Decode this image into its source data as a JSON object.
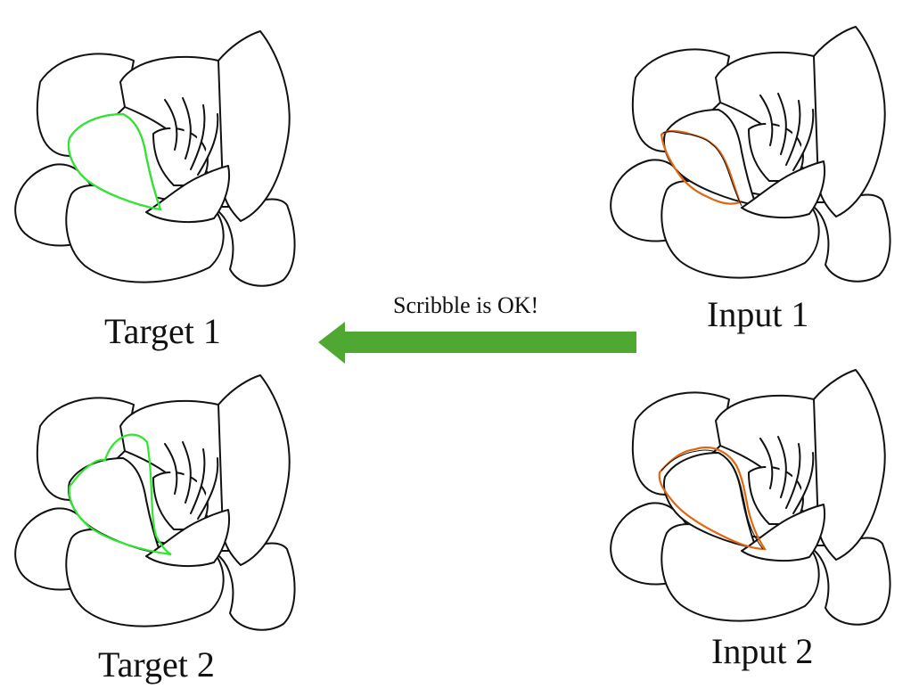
{
  "labels": {
    "target1": "Target 1",
    "target2": "Target 2",
    "input1": "Input 1",
    "input2": "Input 2",
    "arrow": "Scribble is OK!"
  },
  "colors": {
    "outline": "#111111",
    "target_highlight": "#2ee82e",
    "input_scribble": "#e0660f",
    "arrow": "#4fa832",
    "background": "#ffffff"
  },
  "icons": {
    "flower": "flower-line-drawing",
    "arrow": "left-arrow"
  }
}
